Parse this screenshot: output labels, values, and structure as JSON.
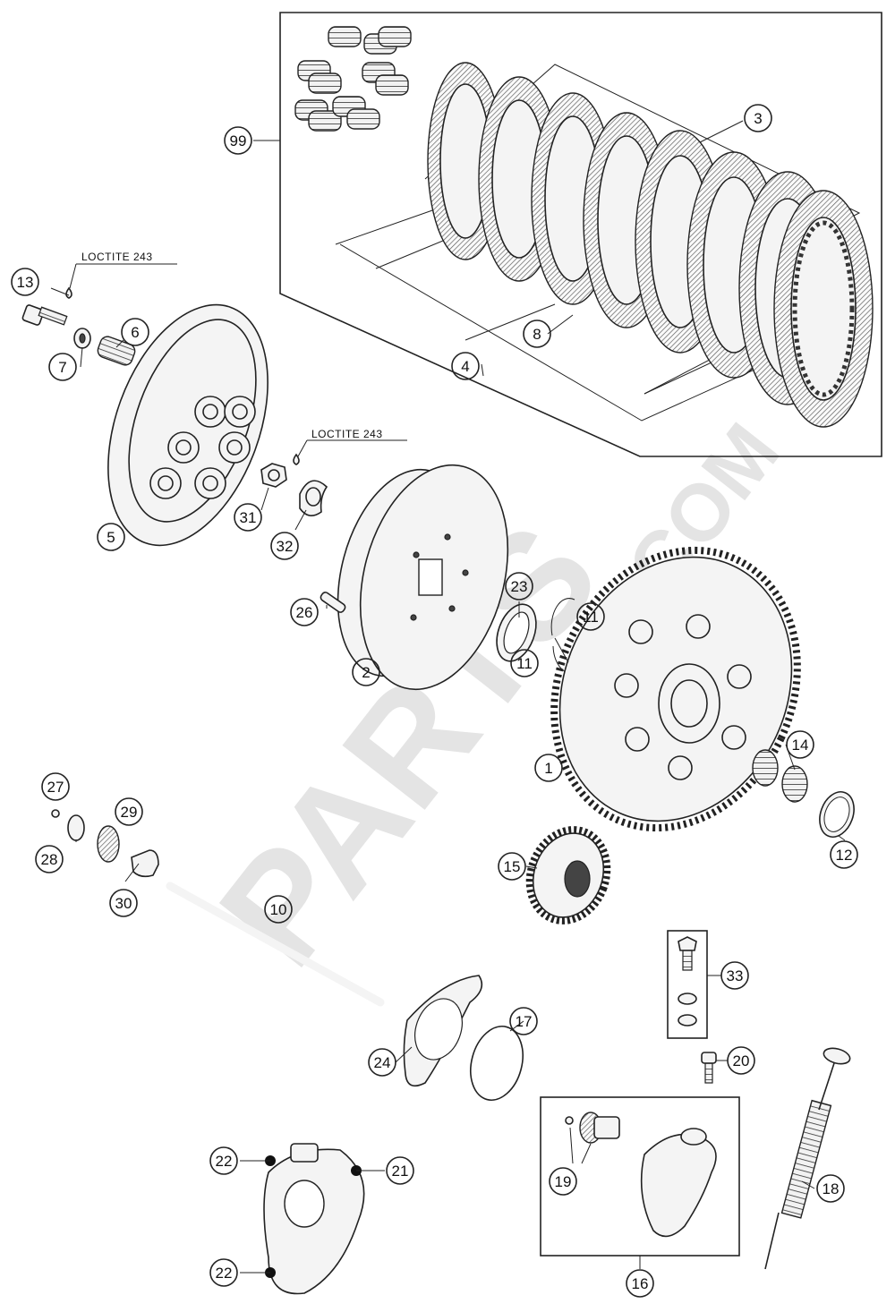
{
  "watermark": {
    "brand": "PARTS",
    "suffix": ".COM"
  },
  "notes": {
    "loctite_a": "LOCTITE 243",
    "loctite_b": "LOCTITE 243"
  },
  "callouts": {
    "c1": "1",
    "c2": "2",
    "c3": "3",
    "c4": "4",
    "c5": "5",
    "c6": "6",
    "c7": "7",
    "c8": "8",
    "c10": "10",
    "c11a": "11",
    "c11b": "11",
    "c12": "12",
    "c13": "13",
    "c14": "14",
    "c15": "15",
    "c16": "16",
    "c17": "17",
    "c18": "18",
    "c19": "19",
    "c20": "20",
    "c21": "21",
    "c22a": "22",
    "c22b": "22",
    "c23": "23",
    "c24": "24",
    "c26": "26",
    "c27": "27",
    "c28": "28",
    "c29": "29",
    "c30": "30",
    "c31": "31",
    "c32": "32",
    "c33": "33",
    "c99": "99"
  }
}
